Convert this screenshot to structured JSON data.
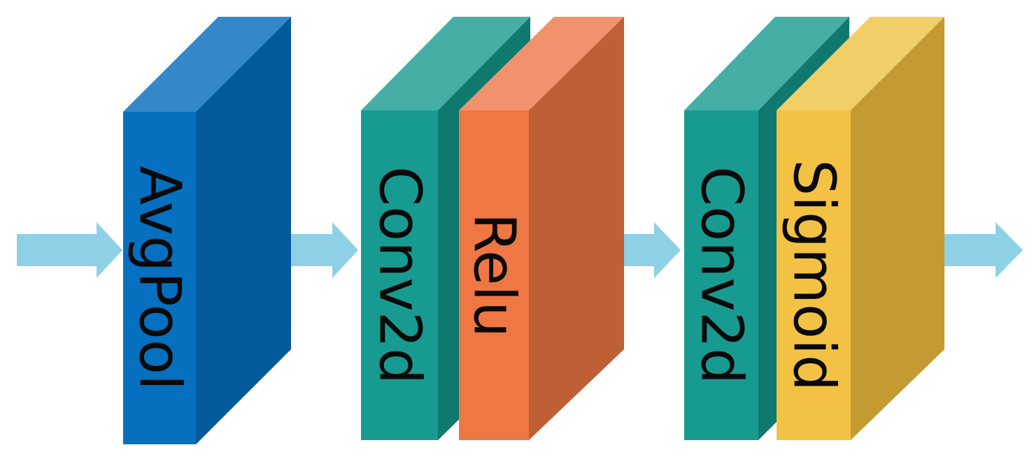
{
  "blocks": [
    {
      "id": "avgpool",
      "label": "AvgPool",
      "front": "#0570BF",
      "top": "#3487C8",
      "side": "#035A9B"
    },
    {
      "id": "conv2d_1",
      "label": "Conv2d",
      "front": "#179B91",
      "top": "#45AFA6",
      "side": "#10796F"
    },
    {
      "id": "relu",
      "label": "Relu",
      "front": "#EE7743",
      "top": "#F0936C",
      "side": "#BF5F35"
    },
    {
      "id": "conv2d_2",
      "label": "Conv2d",
      "front": "#179B91",
      "top": "#45AFA6",
      "side": "#10796F"
    },
    {
      "id": "sigmoid",
      "label": "Sigmoid",
      "front": "#F3C244",
      "top": "#F2CE67",
      "side": "#C49A33"
    }
  ],
  "arrow_color": "#8ED0E5"
}
